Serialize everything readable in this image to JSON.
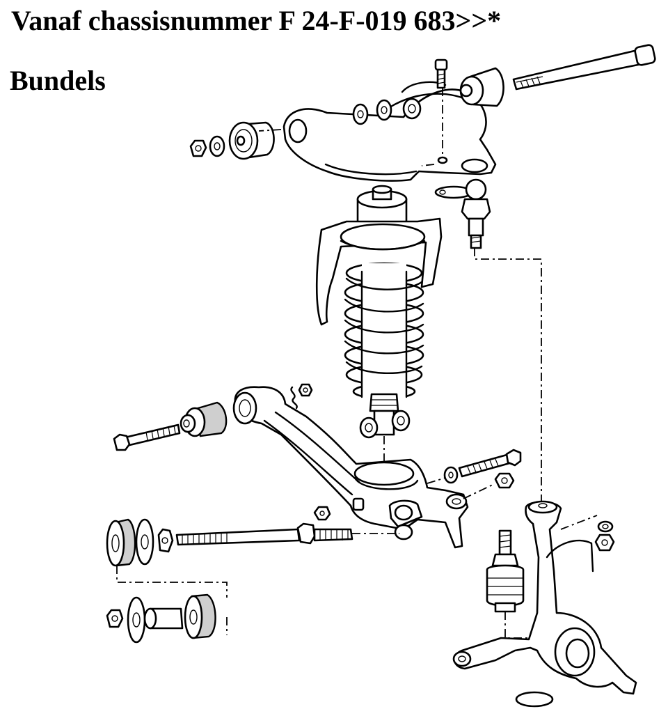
{
  "header": {
    "title": "Vanaf chassisnummer F 24-F-019 683>>*",
    "subtitle": "Bundels"
  },
  "diagram": {
    "kind": "exploded-view",
    "line_color": "#000000",
    "background": "#ffffff"
  }
}
